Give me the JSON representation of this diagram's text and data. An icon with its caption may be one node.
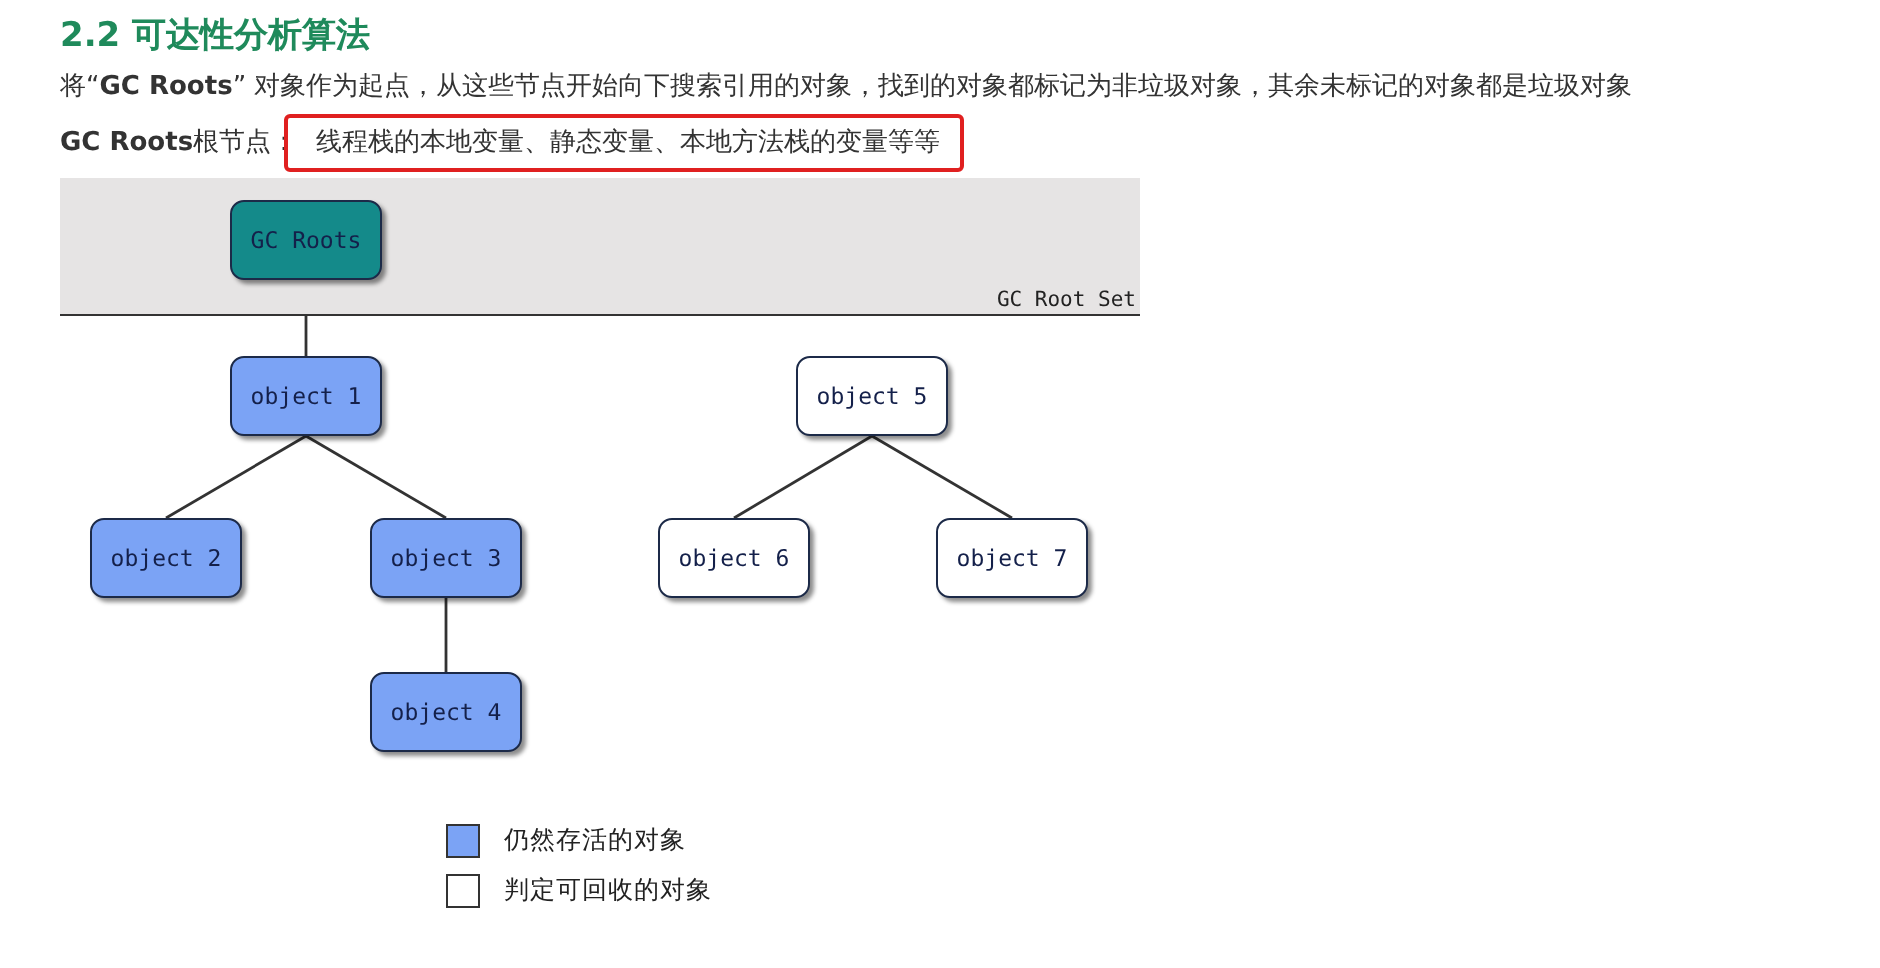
{
  "diagram": {
    "title": "2.2 可达性分析算法",
    "nodes": [
      {
        "text": [
          "GC Root Set"
        ]
      },
      {
        "text": [
          "GC Roots"
        ],
        "in": 0
      },
      {
        "text": [
          "object 1"
        ]
      },
      {
        "text": [
          "object 5"
        ]
      },
      {
        "text": [
          "object 2"
        ]
      },
      {
        "text": [
          "object 3"
        ]
      },
      {
        "text": [
          "object 6"
        ]
      },
      {
        "text": [
          "object 7"
        ]
      },
      {
        "text": [
          "object 4"
        ]
      }
    ],
    "edges": [
      {
        "from": 1,
        "to": 2,
        "arrow": "none"
      },
      {
        "from": 2,
        "to": 4,
        "arrow": "none"
      },
      {
        "from": 2,
        "to": 5,
        "arrow": "none"
      },
      {
        "from": 3,
        "to": 6,
        "arrow": "none"
      },
      {
        "from": 3,
        "to": 7,
        "arrow": "none"
      },
      {
        "from": 5,
        "to": 8,
        "arrow": "none"
      }
    ],
    "labels": [
      "将“**GC Roots**” 对象作为起点，从这些节点开始向下搜索引用的对象，找到的对象都标记为非垃圾对象，其余未标记的对象都是垃圾对象",
      "**GC Roots**根节点：",
      "线程栈的本地变量、静态变量、本地方法栈的变量等等"
    ],
    "legend": [
      {
        "text": "仍然存活的对象",
        "color": "#7ba3f5"
      },
      {
        "text": "判定可回收的对象",
        "color": "#ffffff"
      }
    ]
  }
}
